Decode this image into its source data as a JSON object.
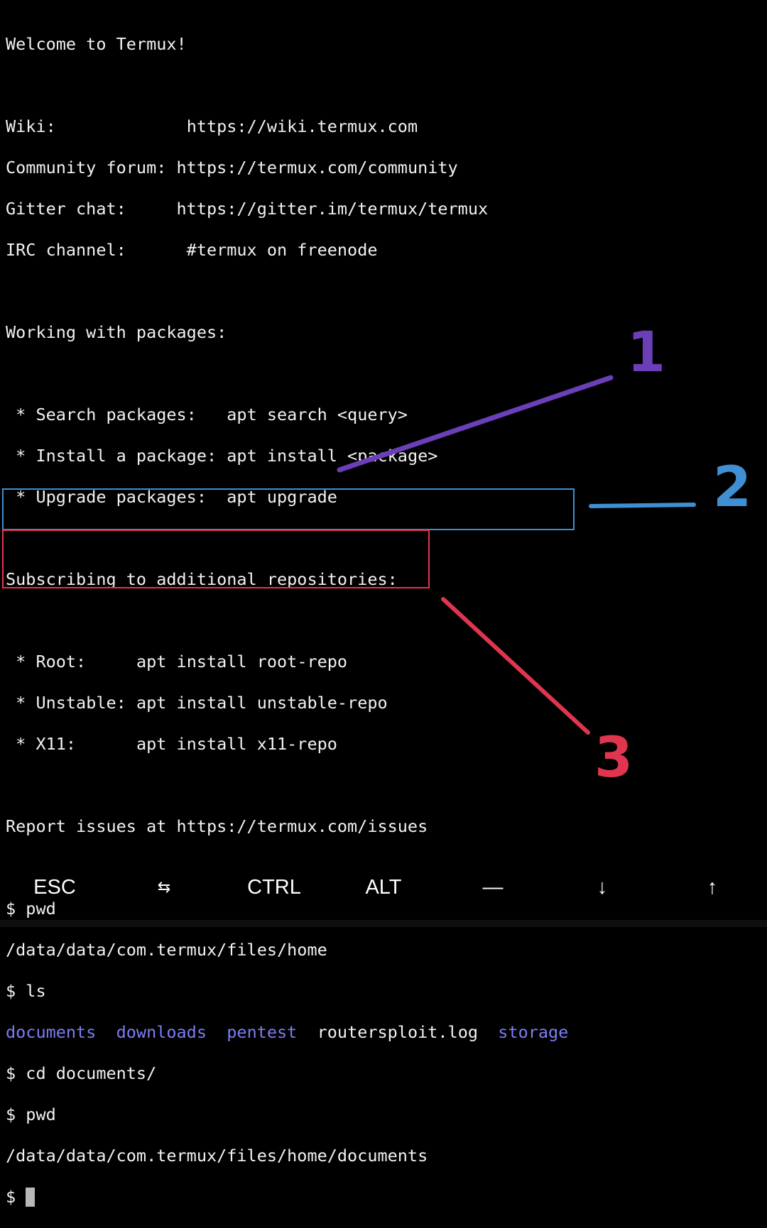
{
  "terminal": {
    "welcome": "Welcome to Termux!",
    "wiki_label": "Wiki:",
    "wiki_url": "https://wiki.termux.com",
    "forum_label": "Community forum:",
    "forum_url": "https://termux.com/community",
    "gitter_label": "Gitter chat:",
    "gitter_url": "https://gitter.im/termux/termux",
    "irc_label": "IRC channel:",
    "irc_value": "#termux on freenode",
    "packages_heading": "Working with packages:",
    "search_label": "* Search packages:",
    "search_cmd": "apt search <query>",
    "install_label": "* Install a package:",
    "install_cmd": "apt install <package>",
    "upgrade_label": "* Upgrade packages:",
    "upgrade_cmd": "apt upgrade",
    "repos_heading": "Subscribing to additional repositories:",
    "root_label": "* Root:",
    "root_cmd": "apt install root-repo",
    "unstable_label": "* Unstable:",
    "unstable_cmd": "apt install unstable-repo",
    "x11_label": "* X11:",
    "x11_cmd": "apt install x11-repo",
    "report": "Report issues at https://termux.com/issues",
    "cmd_pwd1": "$ pwd",
    "out_pwd1": "/data/data/com.termux/files/home",
    "cmd_ls": "$ ls",
    "ls_entries": {
      "documents": "documents",
      "downloads": "downloads",
      "pentest": "pentest",
      "log": "routersploit.log",
      "storage": "storage"
    },
    "cmd_cd": "$ cd documents/",
    "cmd_pwd2": "$ pwd",
    "out_pwd2": "/data/data/com.termux/files/home/documents",
    "prompt": "$ "
  },
  "annotations": {
    "num1": "1",
    "num2": "2",
    "num3": "3"
  },
  "keybar": {
    "esc": "ESC",
    "tab": "⇆",
    "ctrl": "CTRL",
    "alt": "ALT",
    "dash": "—",
    "down": "↓",
    "up": "↑"
  },
  "colors": {
    "background": "#000000",
    "text": "#f2f2f2",
    "directory": "#7d7df5",
    "annotation_1": "#6a3fb8",
    "annotation_2": "#3f8fd2",
    "annotation_3": "#e0354f"
  }
}
